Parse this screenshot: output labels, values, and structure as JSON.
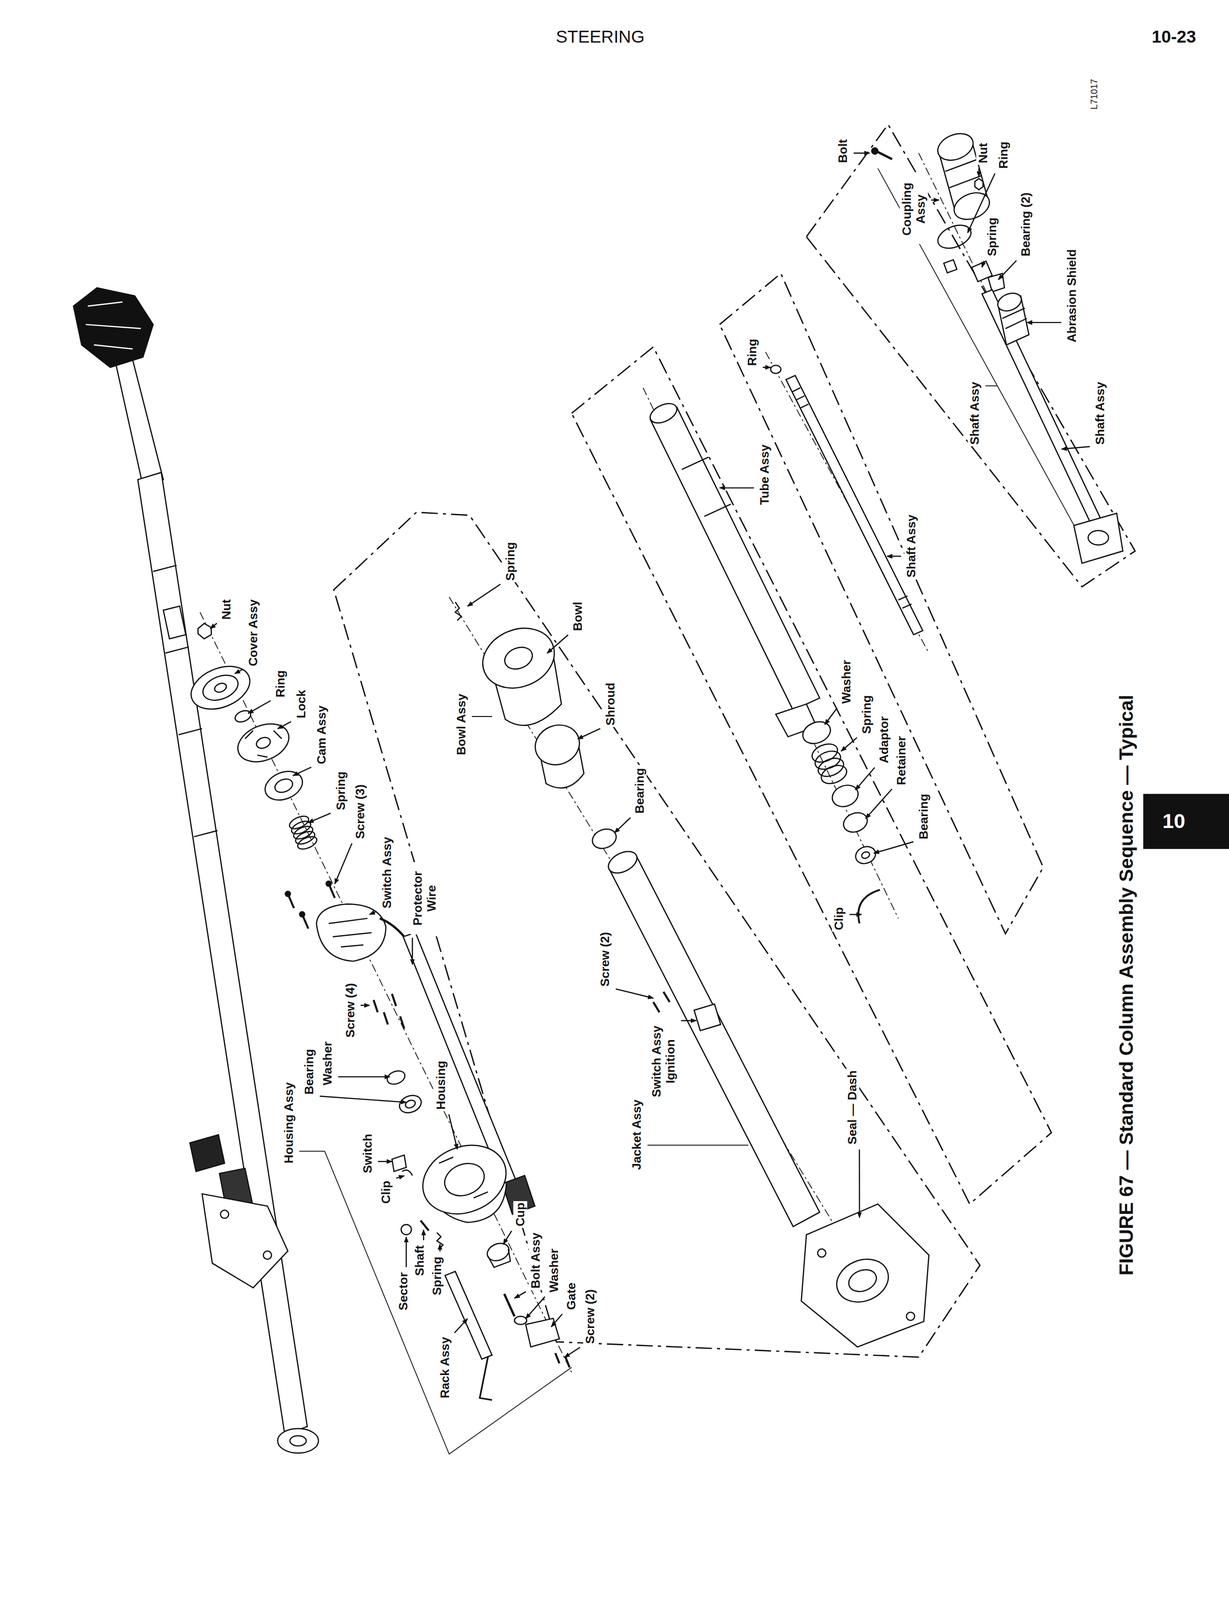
{
  "diagram": {
    "caption": "FIGURE 67 — Standard Column Assembly Sequence — Typical",
    "labels": [
      "STEERING",
      "10-23",
      "L71017",
      "Nut",
      "Cover Assy",
      "Ring",
      "Lock",
      "Cam Assy",
      "Spring",
      "Screw (3)",
      "Switch Assy",
      "Protector Wire",
      "Bearing",
      "Washer",
      "Screw (4)",
      "Housing Assy",
      "Switch",
      "Clip",
      "Housing",
      "Cup",
      "Sector",
      "Shaft",
      "Spring",
      "Bolt Assy",
      "Washer",
      "Gate",
      "Screw (2)",
      "Rack Assy",
      "Spring",
      "Bowl",
      "Bowl Assy",
      "Shroud",
      "Bearing",
      "Screw (2)",
      "Switch Assy Ignition",
      "Jacket Assy",
      "Seal — Dash",
      "Tube Assy",
      "Washer",
      "Spring",
      "Adaptor",
      "Retainer",
      "Bearing",
      "Clip",
      "Ring",
      "Shaft Assy",
      "Bolt",
      "Coupling Assy",
      "Nut",
      "Ring",
      "Spring",
      "Bearing (2)",
      "Abrasion Shield",
      "Shaft Assy",
      "Shaft Assy",
      "10"
    ]
  }
}
